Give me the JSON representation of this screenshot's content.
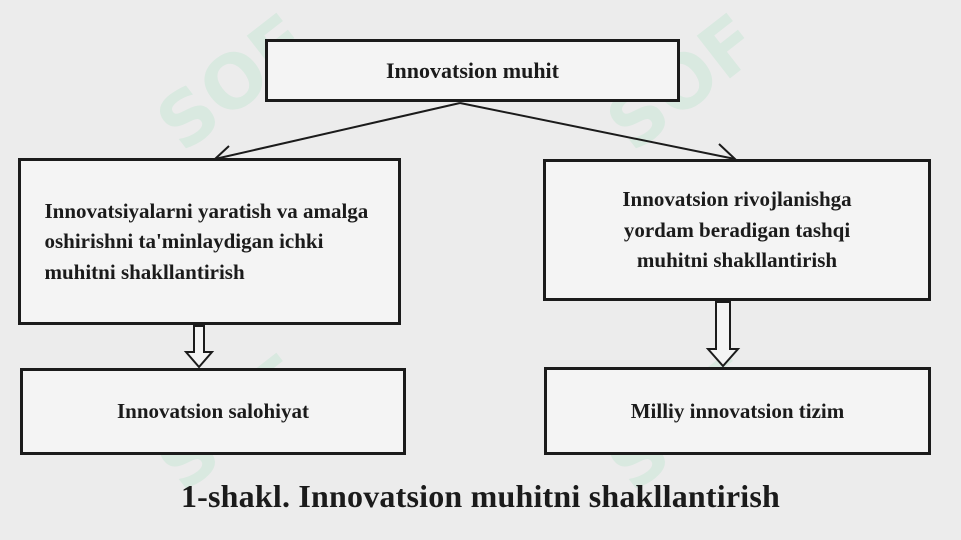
{
  "diagram": {
    "top_box": "Innovatsion muhit",
    "left_box": "Innovatsiyalarni yaratish va amalga oshirishni ta'minlaydigan ichki muhitni shakllantirish",
    "right_box": "Innovatsion rivojlanishga yordam beradigan tashqi muhitni shakllantirish",
    "left_bottom_box": "Innovatsion salohiyat",
    "right_bottom_box": "Milliy innovatsion tizim",
    "caption": "1-shakl. Innovatsion muhitni shakllantirish"
  },
  "watermark": "SOF",
  "colors": {
    "background": "#ececec",
    "border": "#1b1b1b",
    "watermark": "#78dca0"
  }
}
